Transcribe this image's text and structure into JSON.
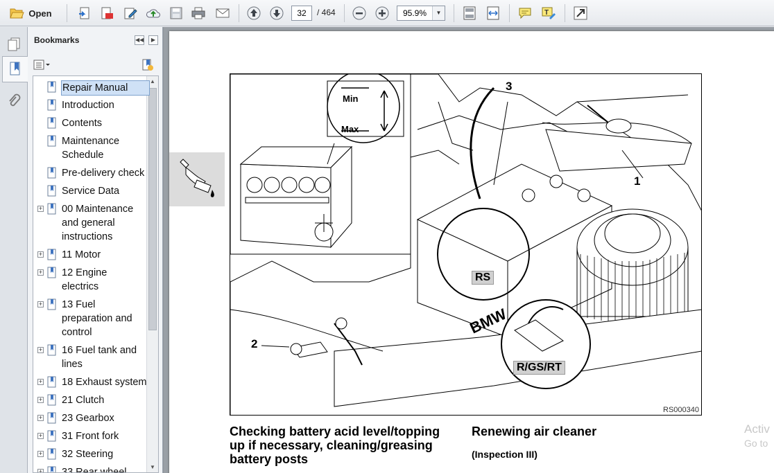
{
  "toolbar": {
    "open_label": "Open",
    "page_current": "32",
    "page_total": "/ 464",
    "zoom": "95.9%"
  },
  "bookmarks": {
    "title": "Bookmarks",
    "items": [
      {
        "label": "Repair Manual",
        "expandable": false,
        "selected": true
      },
      {
        "label": "Introduction",
        "expandable": false
      },
      {
        "label": "Contents",
        "expandable": false
      },
      {
        "label": "Maintenance\nSchedule",
        "expandable": false
      },
      {
        "label": "Pre-delivery check",
        "expandable": false
      },
      {
        "label": "Service Data",
        "expandable": false
      },
      {
        "label": "00 Maintenance\nand general\ninstructions",
        "expandable": true
      },
      {
        "label": "11 Motor",
        "expandable": true
      },
      {
        "label": "12 Engine\nelectrics",
        "expandable": true
      },
      {
        "label": "13 Fuel\npreparation and\ncontrol",
        "expandable": true
      },
      {
        "label": "16 Fuel tank and\nlines",
        "expandable": true
      },
      {
        "label": "18 Exhaust system",
        "expandable": true
      },
      {
        "label": "21 Clutch",
        "expandable": true
      },
      {
        "label": "23 Gearbox",
        "expandable": true
      },
      {
        "label": "31 Front fork",
        "expandable": true
      },
      {
        "label": "32 Steering",
        "expandable": true
      },
      {
        "label": "33 Rear wheel",
        "expandable": true
      }
    ]
  },
  "document": {
    "figure": {
      "inset_min": "Min",
      "inset_max": "Max",
      "battery_brand": "BMW",
      "callout_1": "1",
      "callout_2": "2",
      "callout_3": "3",
      "label_rs": "RS",
      "label_rgsrt": "R/GS/RT",
      "ref_code": "RS000340"
    },
    "heading_left": "Checking battery acid level/topping up if necessary, cleaning/greasing battery posts",
    "heading_right": "Renewing air cleaner",
    "subheading_right": "(Inspection III)"
  },
  "overlay": {
    "activate_line1": "Activ",
    "activate_line2": "Go to"
  }
}
